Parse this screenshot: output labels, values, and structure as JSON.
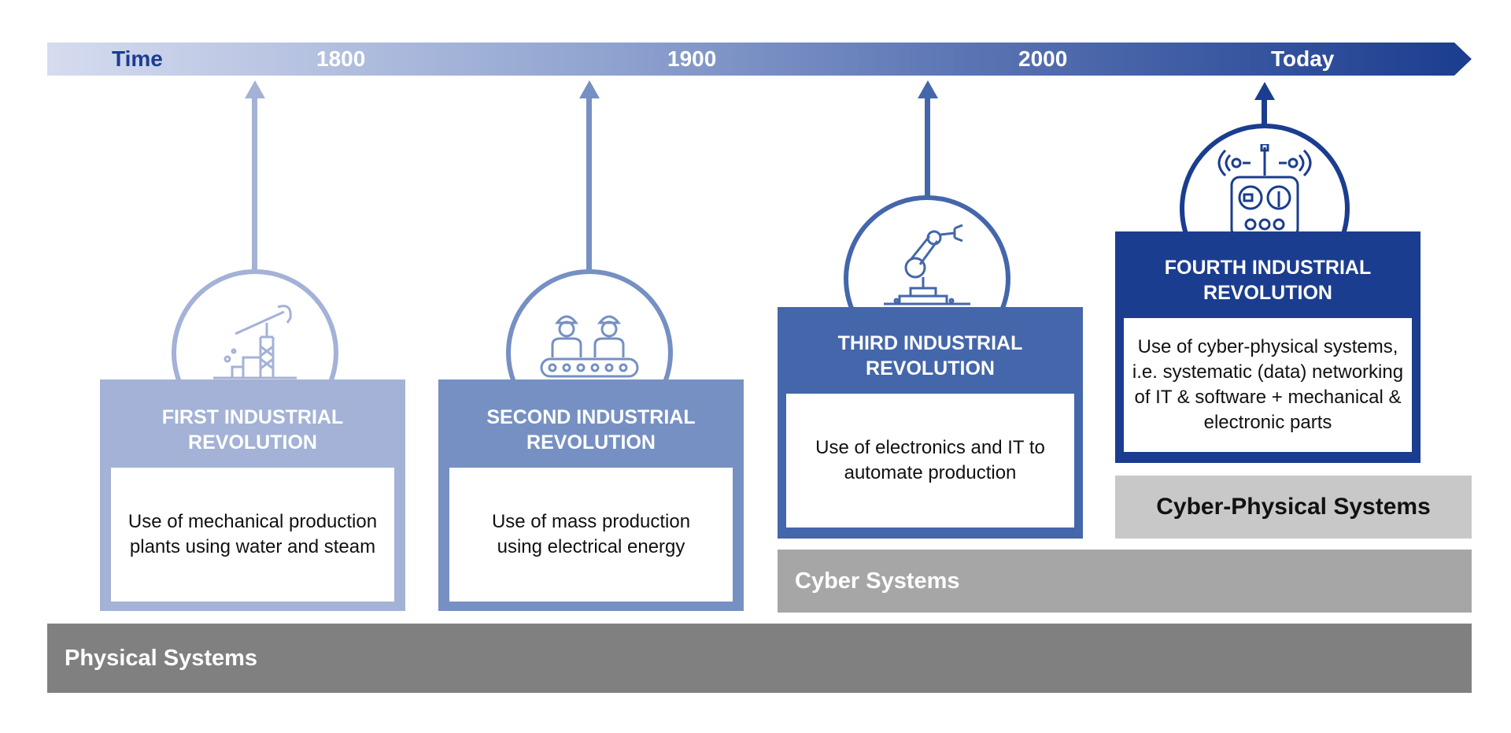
{
  "timeline": {
    "labels": [
      "Time",
      "1800",
      "1900",
      "2000",
      "Today"
    ],
    "gradient_start": "#d6dcef",
    "gradient_end": "#1b3d8f"
  },
  "revolutions": [
    {
      "title_line1": "FIRST INDUSTRIAL",
      "title_line2": "REVOLUTION",
      "description": "Use of mechanical production plants using water and steam",
      "icon": "oil-pump-icon",
      "color": "#a3b2d6"
    },
    {
      "title_line1": "SECOND INDUSTRIAL",
      "title_line2": "REVOLUTION",
      "description": "Use of mass production using electrical energy",
      "icon": "workers-conveyor-icon",
      "color": "#7690c3"
    },
    {
      "title_line1": "THIRD INDUSTRIAL",
      "title_line2": "REVOLUTION",
      "description": "Use of electronics and IT to automate production",
      "icon": "robotic-arm-icon",
      "color": "#4466ab"
    },
    {
      "title_line1": "FOURTH INDUSTRIAL",
      "title_line2": "REVOLUTION",
      "description": "Use of cyber-physical systems, i.e. systematic (data) networking of IT & software + mechanical & electronic parts",
      "icon": "remote-control-icon",
      "color": "#1b3d8f"
    }
  ],
  "system_bars": {
    "cyber_physical": {
      "label": "Cyber-Physical Systems",
      "color": "#c8c8c8"
    },
    "cyber": {
      "label": "Cyber Systems",
      "color": "#a6a6a6"
    },
    "physical": {
      "label": "Physical Systems",
      "color": "#808080"
    }
  }
}
